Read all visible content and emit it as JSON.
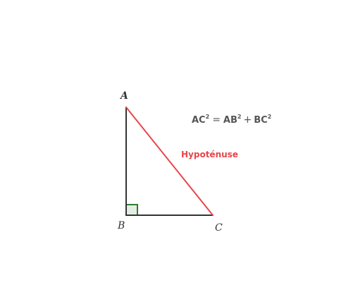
{
  "vertices": {
    "a": "A",
    "b": "B",
    "c": "C"
  },
  "formula": {
    "lhs": "AC",
    "exp_lhs": "2",
    "eq": "=",
    "term1": "AB",
    "exp1": "2",
    "plus": "+",
    "term2": "BC",
    "exp2": "2"
  },
  "hypotenuse_label": "Hypoténuse",
  "colors": {
    "leg": "#333333",
    "hypotenuse": "#e8454b",
    "right_angle_stroke": "#2e7d32",
    "right_angle_fill": "#e3ede3",
    "hypotenuse_text": "#e8454b"
  }
}
